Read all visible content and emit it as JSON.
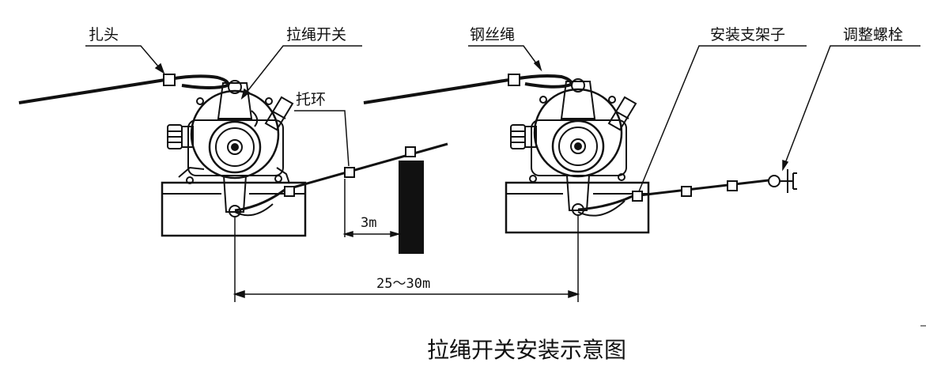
{
  "title": "拉绳开关安装示意图",
  "labels": {
    "clamp": "扎头",
    "pull_switch": "拉绳开关",
    "support_ring": "托环",
    "wire_rope": "钢丝绳",
    "bracket": "安装支架子",
    "adjust_bolt": "调整螺栓"
  },
  "dimensions": {
    "ring_spacing": "3m",
    "switch_spacing": "25～30m"
  }
}
